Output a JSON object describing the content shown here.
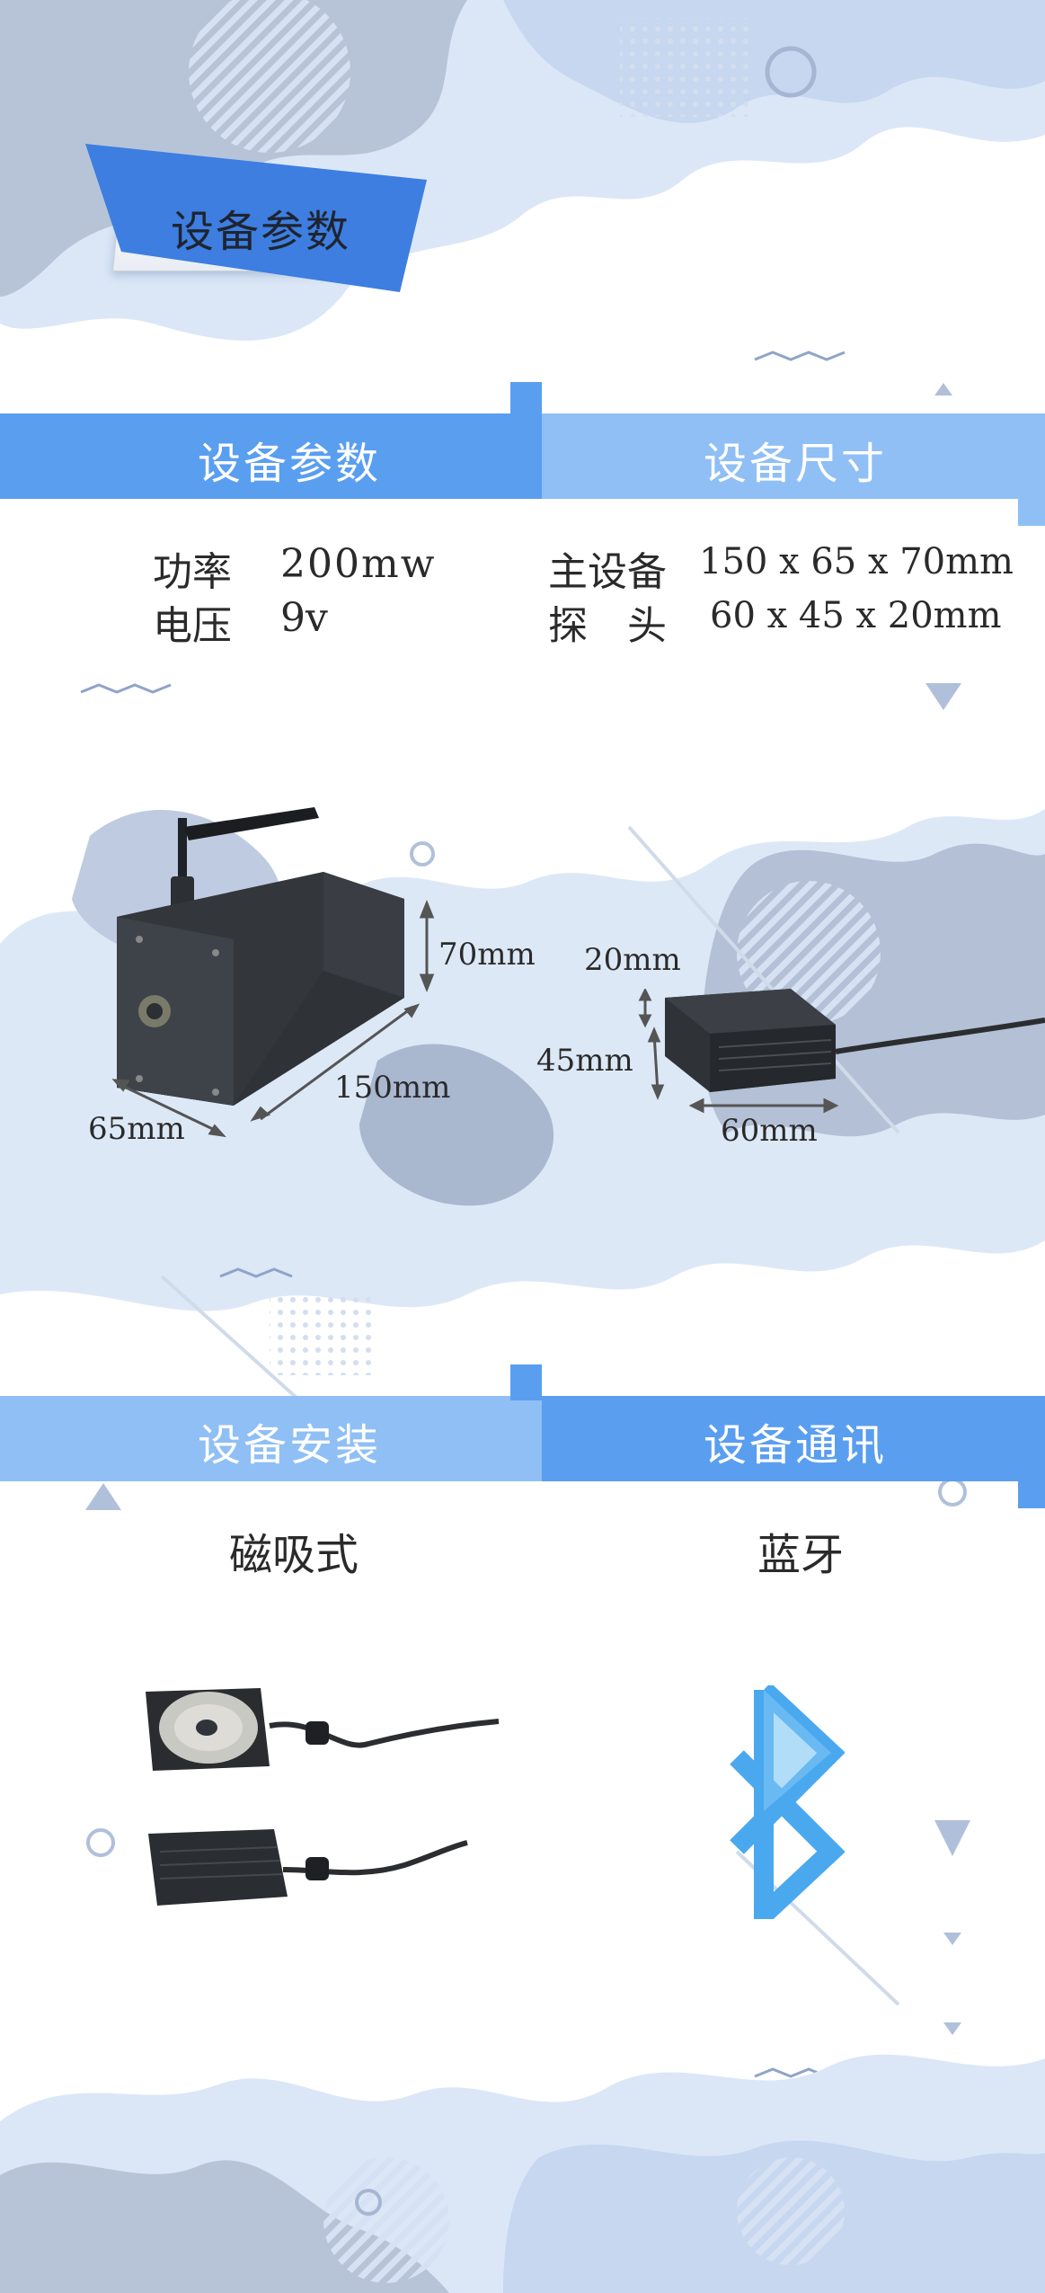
{
  "page_title": "设备参数",
  "sections": {
    "params": {
      "label": "设备参数",
      "rows": [
        {
          "key": "功率",
          "value": "200mw"
        },
        {
          "key": "电压",
          "value": "9v"
        }
      ]
    },
    "size": {
      "label": "设备尺寸",
      "rows": [
        {
          "key": "主设备",
          "value": "150 x 65 x 70mm"
        },
        {
          "key": "探　头",
          "value": "60 x 45 x 20mm"
        }
      ]
    },
    "install": {
      "label": "设备安装",
      "value": "磁吸式"
    },
    "comm": {
      "label": "设备通讯",
      "value": "蓝牙"
    }
  },
  "dimensions": {
    "main_height": "70mm",
    "main_length": "150mm",
    "main_width": "65mm",
    "probe_height": "20mm",
    "probe_depth": "45mm",
    "probe_width": "60mm"
  },
  "colors": {
    "bar_dark": "#5a9ef0",
    "bar_light": "#8fbff5",
    "bluetooth": "#4aa8ee",
    "blob_light": "#c9dcf4",
    "blob_grey": "#a8b4cc"
  }
}
